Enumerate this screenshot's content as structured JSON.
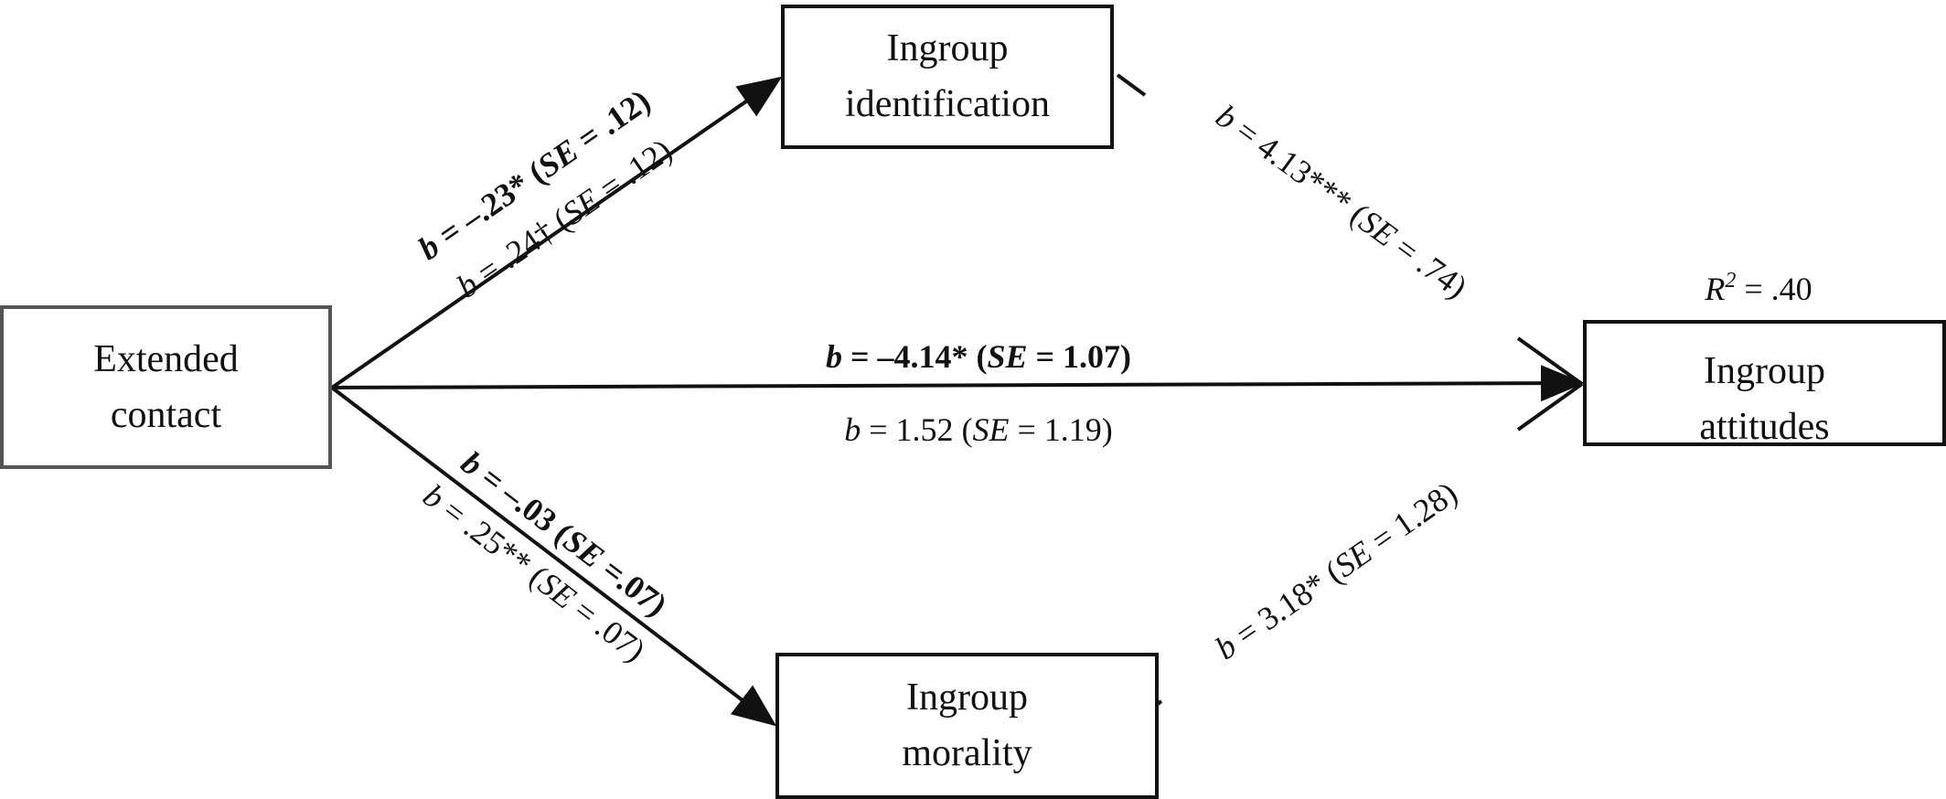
{
  "nodes": {
    "extended_contact": {
      "line1": "Extended",
      "line2": "contact"
    },
    "ingroup_identification": {
      "line1": "Ingroup",
      "line2": "identification"
    },
    "ingroup_morality": {
      "line1": "Ingroup",
      "line2": "morality"
    },
    "ingroup_attitudes": {
      "line1": "Ingroup",
      "line2": "attitudes"
    }
  },
  "r_squared": {
    "r": "R",
    "sup": "2",
    "rest": " = .40"
  },
  "paths": {
    "contact_to_identification": {
      "bold": {
        "b": "b",
        "value": " = –.23* (",
        "se": "SE",
        "rest": " = .12)"
      },
      "normal": {
        "b": "b",
        "value": " = .24† (",
        "se": "SE",
        "rest": " = .12)"
      }
    },
    "contact_to_morality": {
      "bold": {
        "b": "b",
        "value": " = –.03 (",
        "se": "SE",
        "rest": " =.07)"
      },
      "normal": {
        "b": "b",
        "value": " = .25** (",
        "se": "SE",
        "rest": " = .07)"
      }
    },
    "contact_to_attitudes": {
      "bold": {
        "b": "b",
        "value": " = –4.14* (",
        "se": "SE",
        "rest": " = 1.07)"
      },
      "normal": {
        "b": "b",
        "value": " = 1.52 (",
        "se": "SE",
        "rest": " = 1.19)"
      }
    },
    "identification_to_attitudes": {
      "normal": {
        "b": "b",
        "value": " = 4.13*** (",
        "se": "SE",
        "rest": " = .74)"
      }
    },
    "morality_to_attitudes": {
      "normal": {
        "b": "b",
        "value": " = 3.18* (",
        "se": "SE",
        "rest": " = 1.28)"
      }
    }
  }
}
